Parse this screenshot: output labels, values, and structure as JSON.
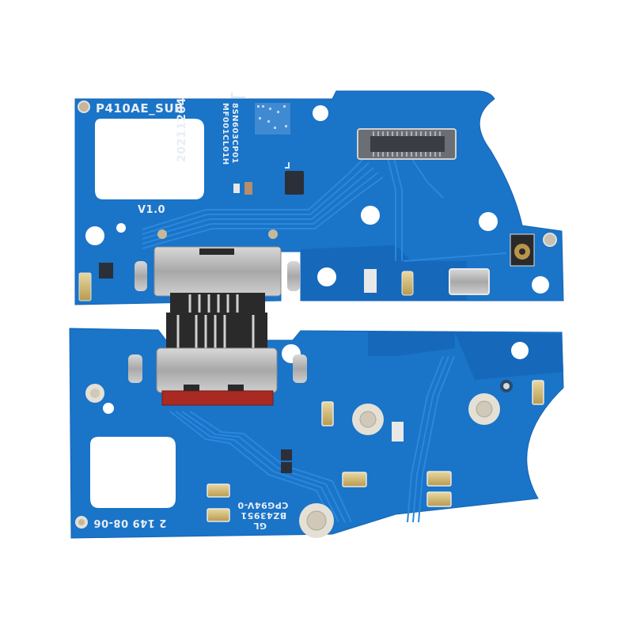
{
  "image": {
    "subject": "Charging port sub-board PCB (top and bottom halves)",
    "background_color": "#ffffff",
    "pcb_color": "#1a74c8",
    "pcb_dark_color": "#1461ad"
  },
  "top_board": {
    "model_label": "P410AE_SUB",
    "date_code": "20211204",
    "serial_line_1": "8SN603CP01",
    "serial_line_2": "MF001CL01H",
    "version_label": "V1.0",
    "components": [
      "usb-c-port",
      "board-to-board-connector",
      "antenna-coax-connector",
      "crystal-oscillator",
      "qr-code-matrix"
    ]
  },
  "bottom_board": {
    "code_label": "2 149 08-06",
    "marking_line_1": "CPG94V-0",
    "marking_line_2": "BZ43951",
    "marking_line_3": "GL",
    "components": [
      "usb-c-port",
      "microphone-pads",
      "mounting-holes"
    ]
  }
}
